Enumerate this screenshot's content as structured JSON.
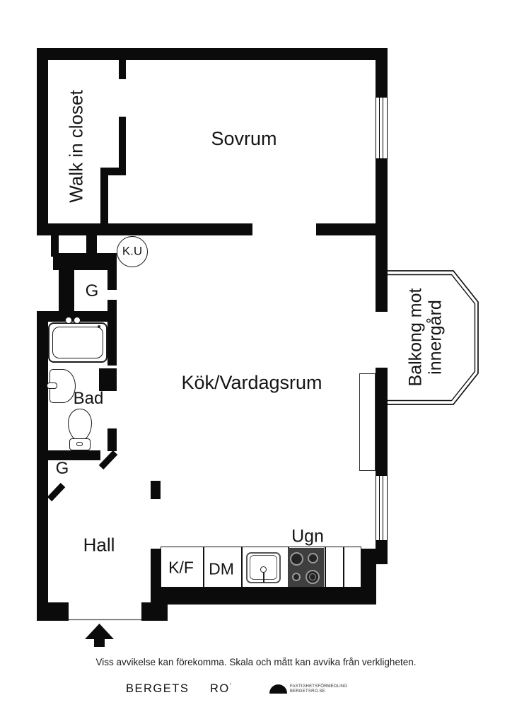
{
  "colors": {
    "wall": "#0b0b0b",
    "stove_bg": "#3f3f3f",
    "burner_ring": "#9a9a9a",
    "background": "#ffffff"
  },
  "rooms": {
    "walk_in_closet": "Walk in closet",
    "sovrum": "Sovrum",
    "ku": "K.U",
    "g_upper": "G",
    "bad": "Bad",
    "g_lower": "G",
    "hall": "Hall",
    "kok_vardagsrum": "Kök/Vardagsrum",
    "balkong_line1": "Balkong mot",
    "balkong_line2": "innergård"
  },
  "kitchen": {
    "ugn": "Ugn",
    "kf": "K/F",
    "dm": "DM"
  },
  "footer": {
    "disclaimer": "Viss avvikelse kan förekomma. Skala och mått kan avvika från verkligheten.",
    "brand_1": "BERGETS",
    "brand_2": "RO",
    "brand_mark": "'",
    "logo_line1": "FASTIGHETSFÖRMEDLING",
    "logo_line2": "BERGETSRO.SE"
  }
}
